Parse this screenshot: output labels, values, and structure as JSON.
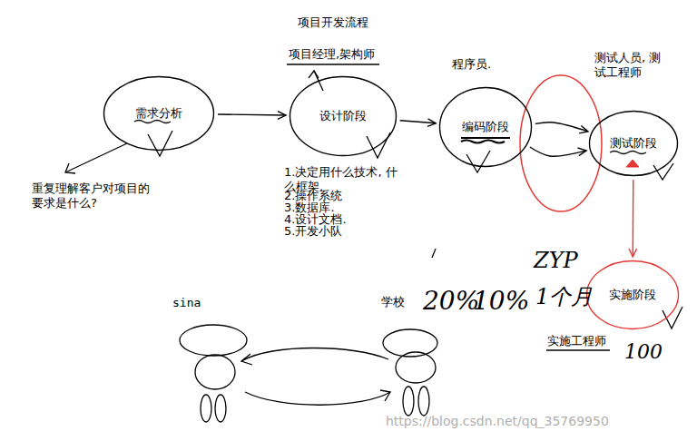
{
  "diagram": {
    "title": "项目开发流程",
    "nodes": [
      {
        "text": [
          "需求分析"
        ]
      },
      {
        "text": [
          "设计阶段"
        ]
      },
      {
        "text": [
          "编码阶段"
        ]
      },
      {
        "text": [
          "测试阶段"
        ]
      },
      {
        "text": [
          "实施阶段"
        ]
      }
    ],
    "edges": [
      {
        "from": 0,
        "to": 1,
        "arrow": "to"
      },
      {
        "from": 1,
        "to": 2,
        "arrow": "to"
      },
      {
        "from": 2,
        "to": 3,
        "arrow": "to"
      },
      {
        "from": 2,
        "to": 3,
        "arrow": "to"
      },
      {
        "from": 3,
        "to": 4,
        "arrow": "to"
      }
    ],
    "labels": [
      "项目经理,架构师",
      "重复理解客户对项目的要求是什么?",
      "1.决定用什么技术, 什么框架.",
      "2.操作系统",
      "3.数据库.",
      "4.设计文档.",
      "5.开发小队",
      "程序员.",
      "测试人员, 测试工程师",
      "ZYP",
      "20%",
      "10%",
      "1个月",
      "实施工程师",
      "100",
      "sina",
      "学校",
      "https://blog.csdn.net/qq_35769950"
    ]
  }
}
